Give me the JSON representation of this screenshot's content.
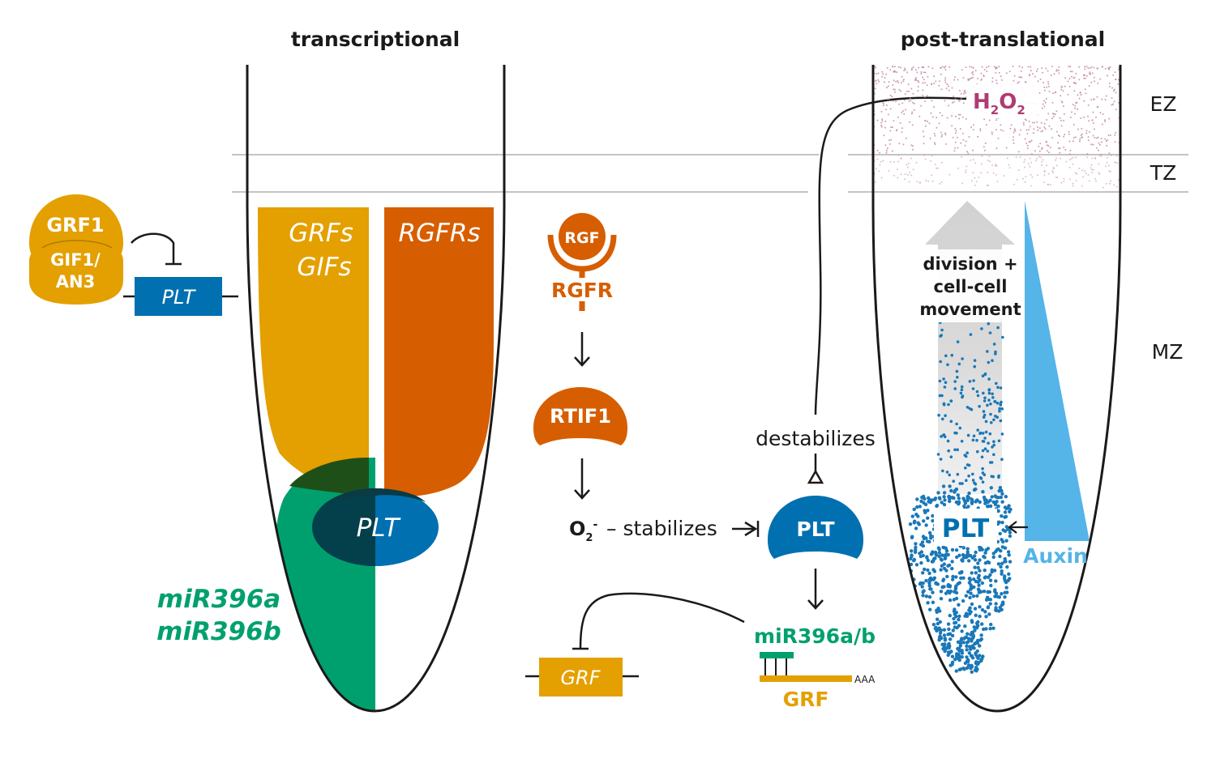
{
  "headings": {
    "transcriptional": "transcriptional",
    "post_translational": "post-translational"
  },
  "zones": {
    "ez": "EZ",
    "tz": "TZ",
    "mz": "MZ"
  },
  "left_panel": {
    "grf1": "GRF1",
    "gif1_line1": "GIF1/",
    "gif1_line2": "AN3",
    "plt_gene": "PLT",
    "grfs": "GRFs",
    "gifs": "GIFs",
    "rgfrs": "RGFRs",
    "plt_domain": "PLT",
    "mir396a": "miR396a",
    "mir396b": "miR396b"
  },
  "middle_panel": {
    "rgf": "RGF",
    "rgfr": "RGFR",
    "rtif1": "RTIF1",
    "o2": "O",
    "o2_sub": "2",
    "o2_sup": "-",
    "stabilizes": "– stabilizes",
    "destabilizes": "destabilizes",
    "plt_protein": "PLT",
    "mir396ab": "miR396a/b",
    "grf_mrna": "GRF",
    "poly_a": "AAA",
    "grf_gene": "GRF"
  },
  "right_panel": {
    "h2o2_h": "H",
    "h2o2_sub1": "2",
    "h2o2_o": "O",
    "h2o2_sub2": "2",
    "division_line1": "division +",
    "division_line2": "cell-cell",
    "division_line3": "movement",
    "plt": "PLT",
    "auxin": "Auxin"
  },
  "colors": {
    "grf_yellow": "#E3A000",
    "rgfr_orange": "#D65E00",
    "plt_blue": "#0070B0",
    "mir_green": "#00A06E",
    "h2o2_magenta": "#B03A73",
    "auxin_blue": "#55B4E8",
    "arrow_gray": "#D2D2D2",
    "dark": "#1A1A1A"
  }
}
